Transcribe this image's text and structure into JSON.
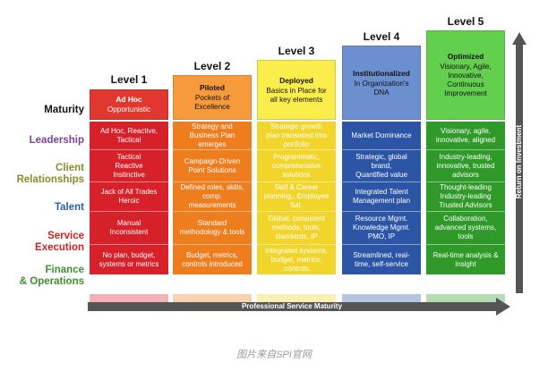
{
  "row_labels": [
    {
      "text": "Maturity",
      "color": "#111111"
    },
    {
      "text": "Leadership",
      "color": "#7b3f98"
    },
    {
      "text": "Client\nRelationships",
      "color": "#8a8a2a"
    },
    {
      "text": "Talent",
      "color": "#2b5fb0"
    },
    {
      "text": "Service\nExecution",
      "color": "#cc2222"
    },
    {
      "text": "Finance\n& Operations",
      "color": "#3f8f2f"
    }
  ],
  "levels": [
    {
      "name": "Level 1",
      "header_title": "Ad Hoc",
      "header_sub": "Opportunistic",
      "header_color": "#e0372e",
      "cell_color": "#d6202a",
      "text_color": "#ffffff",
      "cells": [
        "Ad Hoc, Reactive,\nTactical",
        "Tactical\nReactive\nInstinctive",
        "Jack of All Trades\nHeroic",
        "Manual\nInconsistent",
        "No plan, budget,\nsystems or metrics"
      ]
    },
    {
      "name": "Level 2",
      "header_title": "Piloted",
      "header_sub": "Pockets of\nExcellence",
      "header_color": "#f79a3c",
      "cell_color": "#ee7d1e",
      "text_color": "#ffffff",
      "cells": [
        "Strategy and\nBusiness Plan\nemerges",
        "Campaign-Driven\nPoint Solutions",
        "Defined roles, skills,\ncomp.\nmeasurements",
        "Standard\nmethodology & tools",
        "Budget, metrics,\ncontrols introduced"
      ]
    },
    {
      "name": "Level 3",
      "header_title": "Deployed",
      "header_sub": "Basics in Place for\nall key elements",
      "header_color": "#fbee4c",
      "cell_color": "#f2d52b",
      "text_color": "#ffffff",
      "cells": [
        "Strategic growth\nplan translated into\nportfolio",
        "Programmatic,\ncomprehensive\nsolutions",
        "Skill & Career\nplanning,, Employee\nSat.",
        "Global, consistent\nmethods, tools,\nstandards, IP",
        "Integrated systems,\nbudget, metrics,\ncontrols"
      ]
    },
    {
      "name": "Level 4",
      "header_title": "Institutionalized",
      "header_sub": "In Organization's\nDNA",
      "header_color": "#6c8fd0",
      "cell_color": "#2c55a6",
      "text_color": "#ffffff",
      "cells": [
        "Market Dominance",
        "Strategic, global\nbrand,\nQuantified value",
        "Integrated Talent\nManagement plan",
        "Resource Mgmt.\nKnowledge Mgmt.\nPMO, IP",
        "Streamlined, real-\ntime, self-service"
      ]
    },
    {
      "name": "Level 5",
      "header_title": "Optimized",
      "header_sub": "Visionary, Agile,\nInnovative,\nContinuous\nImprovement",
      "header_color": "#63cf4f",
      "cell_color": "#2f9a2a",
      "text_color": "#ffffff",
      "cells": [
        "Visionary, agile,\ninnovative, aligned",
        "Industry-leading,\ninnovative, trusted\nadvisors",
        "Thought-leading\nIndustry-leading\nTrusted Advisors",
        "Collaboration,\nadvanced systems,\ntools",
        "Real-time analysis &\ninsight"
      ]
    }
  ],
  "x_arrow_label": "Professional Service Maturity",
  "y_arrow_label": "Return on Investment",
  "caption": "图片来自SPI官网"
}
